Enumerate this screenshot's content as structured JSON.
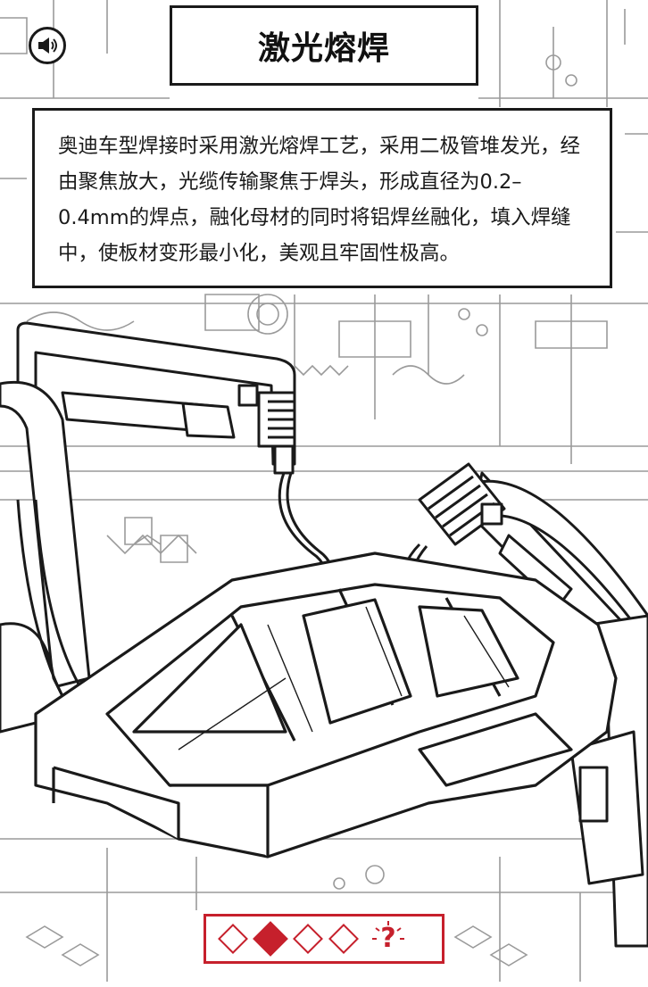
{
  "header": {
    "title": "激光熔焊",
    "sound_icon": "speaker-icon"
  },
  "description": {
    "text": "奥迪车型焊接时采用激光熔焊工艺，采用二极管堆发光，经由聚焦放大，光缆传输聚焦于焊头，形成直径为0.2–0.4mm的焊点，融化母材的同时将铝焊丝融化，填入焊缝中，使板材变形最小化，美观且牢固性极高。"
  },
  "pager": {
    "active_index": 1,
    "help_label": "?"
  },
  "colors": {
    "accent": "#c6202c",
    "line": "#1a1a1a"
  }
}
